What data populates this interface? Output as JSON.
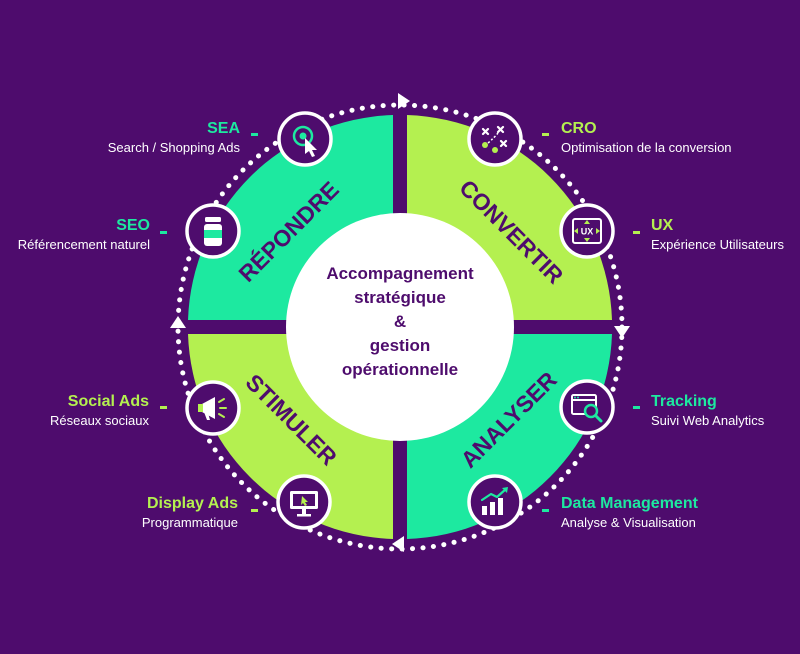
{
  "center": {
    "line1": "Accompagnement",
    "line2": "stratégique",
    "line3": "&",
    "line4": "gestion",
    "line5": "opérationnelle"
  },
  "quadrants": {
    "top_left": "RÉPONDRE",
    "top_right": "CONVERTIR",
    "bottom_left": "STIMULER",
    "bottom_right": "ANALYSER"
  },
  "labels": {
    "sea": {
      "title": "SEA",
      "subtitle": "Search / Shopping Ads"
    },
    "seo": {
      "title": "SEO",
      "subtitle": "Référencement naturel"
    },
    "social": {
      "title": "Social Ads",
      "subtitle": "Réseaux sociaux"
    },
    "display": {
      "title": "Display Ads",
      "subtitle": "Programmatique"
    },
    "cro": {
      "title": "CRO",
      "subtitle": "Optimisation de la conversion"
    },
    "ux": {
      "title": "UX",
      "subtitle": "Expérience Utilisateurs"
    },
    "tracking": {
      "title": "Tracking",
      "subtitle": "Suivi Web Analytics"
    },
    "data": {
      "title": "Data Management",
      "subtitle": "Analyse & Visualisation"
    }
  },
  "icons": {
    "sea": "cursor-click-icon",
    "seo": "jar-icon",
    "social": "megaphone-icon",
    "display": "monitor-icon",
    "cro": "strategy-board-icon",
    "ux": "ux-frame-icon",
    "tracking": "browser-magnifier-icon",
    "data": "growth-chart-icon"
  },
  "ux_icon_text": "UX",
  "colors": {
    "background": "#4e0c6d",
    "mint": "#1de9a0",
    "lime": "#b4f050",
    "purple": "#4e0c6d",
    "white": "#ffffff"
  }
}
